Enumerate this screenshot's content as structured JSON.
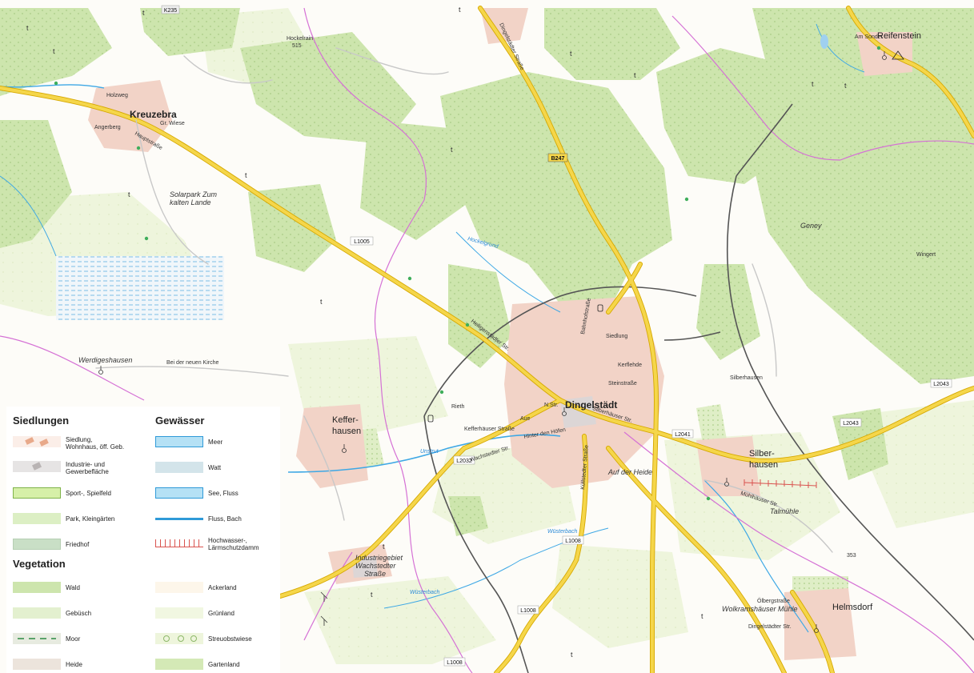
{
  "map": {
    "places": {
      "kreuzebra": "Kreuzebra",
      "dingelstaedt": "Dingelstädt",
      "kefferhausen_1": "Keffer-",
      "kefferhausen_2": "hausen",
      "silberhausen_1": "Silber-",
      "silberhausen_2": "hausen",
      "silberhausen_small": "Silberhausen",
      "helmsdorf": "Helmsdorf",
      "reifenstein": "Reifenstein",
      "werdigeshausen": "Werdigeshausen",
      "bei_der_neuen_kirche": "Bei der neuen Kirche",
      "solarpark_1": "Solarpark Zum",
      "solarpark_2": "kalten Lande",
      "industriegebiet_1": "Industriegebiet",
      "industriegebiet_2": "Wachstedter",
      "industriegebiet_3": "Straße",
      "auf_der_heide": "Auf der Heide",
      "geney": "Geney",
      "wingert": "Wingert",
      "talmuehle": "Talmühle",
      "wolkramshaeuser_muehle": "Wolkramshäuser Mühle",
      "hockelgrund": "Hockelgrund",
      "wuesterbach": "Wüsterbach",
      "unstrut": "Unstrut",
      "hockelrain": "Hockelrain",
      "hockelrain_ele": "515",
      "spot_353": "353"
    },
    "roads": {
      "k235": "K235",
      "b247": "B247",
      "l1005": "L1005",
      "l2041": "L2041",
      "l2043a": "L2043",
      "l2043b": "L2043",
      "l2032": "L2032",
      "l1008a": "L1008",
      "l1008b": "L1008",
      "l1008c": "L1008"
    },
    "streets": {
      "hauptstrasse": "Hauptstraße",
      "holzweg": "Holzweg",
      "angerberg": "Angerberg",
      "gr_wiese": "Gr. Wiese",
      "dingelstaedter_strasse": "Dingelstädter Straße",
      "heiligenstaedter_str": "Heiligenstädter Str.",
      "wachstedter_str": "Wachstedter Str.",
      "kefferhaeuser_strasse": "Kefferhäuser Straße",
      "hinter_den_hoefen": "Hinter den Höfen",
      "silberhaeuser_str": "Silberhäuser Str.",
      "bahnhofstrasse": "Bahnhofstraße",
      "kuellstedter_strasse": "Küllstedter Straße",
      "muehlhaeuser_str": "Mühlhäuser Str.",
      "dingelstaedter_str": "Dingelstädter Str.",
      "oelbergstrasse": "Ölbergstraße",
      "am_sonder": "Am Sonder",
      "steinstrasse": "Steinstraße",
      "kerflehde": "Kerflehde",
      "siedlung": "Siedlung",
      "rieth": "Rieth",
      "aue": "Aue",
      "n_str": "N.Str."
    },
    "colors": {
      "forest": "#cde5ad",
      "field": "#fdfcf8",
      "meadow": "#eef5dc",
      "settlement": "#f2d3c7",
      "industry": "#dcd6d6",
      "road_yellow": "#f5d64a",
      "road_outline": "#d6a800",
      "water": "#3ea8e5",
      "boundary": "#d571d5",
      "railway": "#555555"
    }
  },
  "legend": {
    "settlements_heading": "Siedlungen",
    "waters_heading": "Gewässer",
    "vegetation_heading": "Vegetation",
    "items": {
      "siedlung": "Siedlung,\nWohnhaus, öff. Geb.",
      "industrie": "Industrie- und\nGewerbefläche",
      "sport": "Sport-, Spielfeld",
      "park": "Park, Kleingärten",
      "friedhof": "Friedhof",
      "meer": "Meer",
      "watt": "Watt",
      "see": "See, Fluss",
      "fluss": "Fluss, Bach",
      "damm": "Hochwasser-,\nLärmschutzdamm",
      "wald": "Wald",
      "gebuesch": "Gebüsch",
      "moor": "Moor",
      "heide": "Heide",
      "ackerland": "Ackerland",
      "gruenland": "Grünland",
      "streuobst": "Streuobstwiese",
      "gartenland": "Gartenland"
    }
  }
}
